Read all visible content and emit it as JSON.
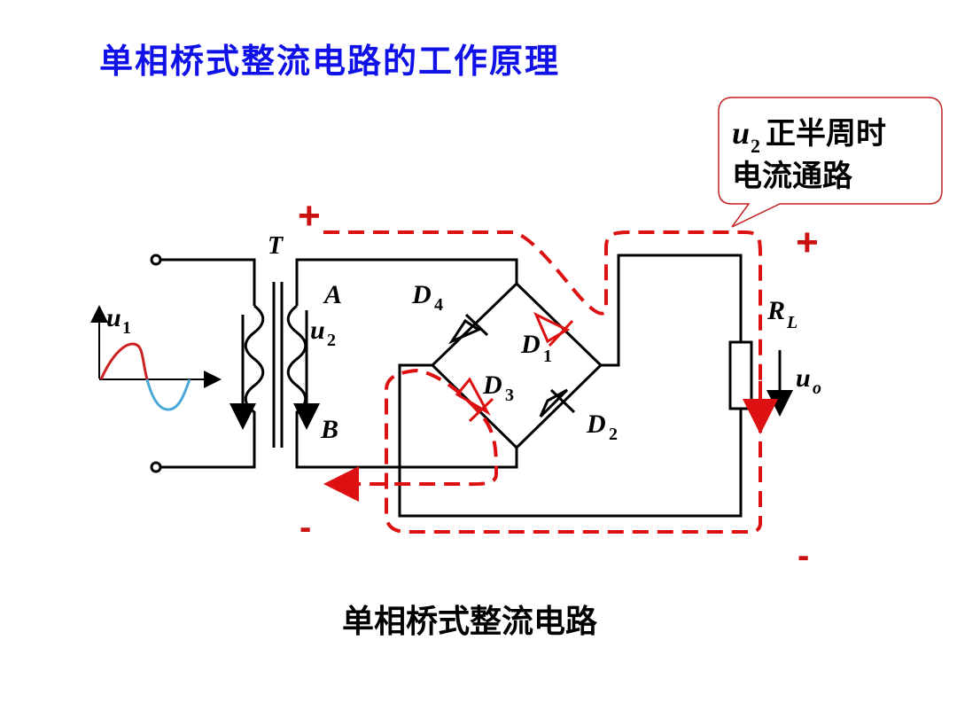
{
  "title": "单相桥式整流电路的工作原理",
  "caption": "单相桥式整流电路",
  "callout": {
    "var": "u",
    "var_sub": "2",
    "line1_rest": "正半周时",
    "line2": "电流通路"
  },
  "labels": {
    "T": "T",
    "A": "A",
    "B": "B",
    "u1": "u",
    "u1_sub": "1",
    "u2": "u",
    "u2_sub": "2",
    "D1": "D",
    "D1_sub": "1",
    "D2": "D",
    "D2_sub": "2",
    "D3": "D",
    "D3_sub": "3",
    "D4": "D",
    "D4_sub": "4",
    "RL": "R",
    "RL_sub": "L",
    "uo": "u",
    "uo_sub": "o"
  },
  "signs": {
    "plus_left": "+",
    "minus_left": "-",
    "plus_right": "+",
    "minus_right": "-"
  },
  "colors": {
    "title": "#1010e8",
    "current_path": "#dd1111",
    "wire": "#000000",
    "sine_positive": "#cc2222",
    "sine_negative": "#4aa8d8"
  }
}
